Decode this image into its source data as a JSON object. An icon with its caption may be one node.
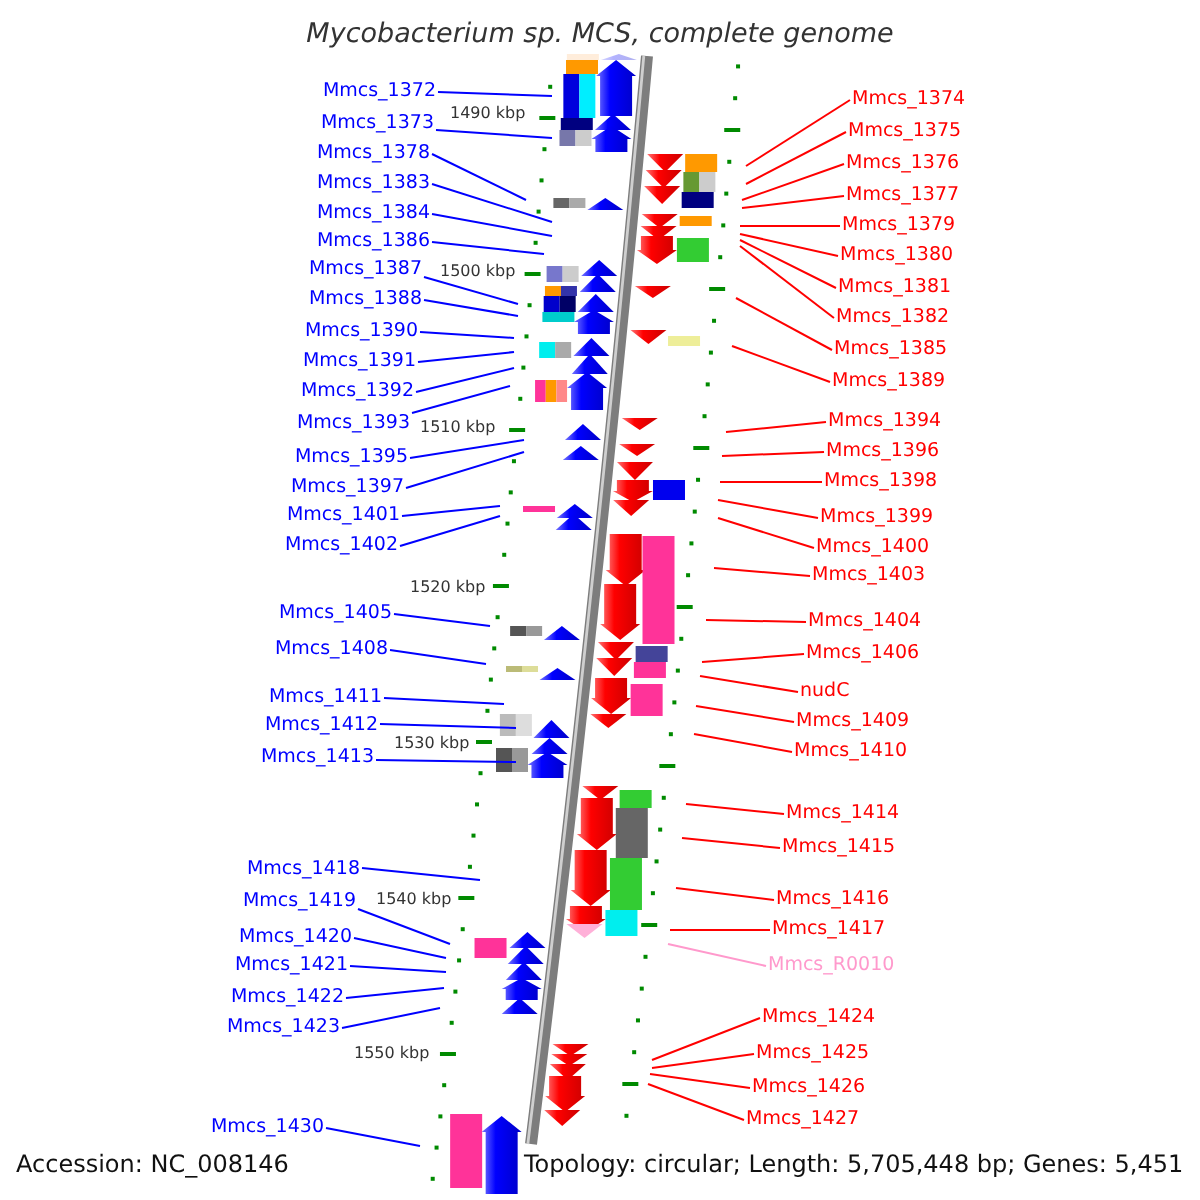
{
  "diagram": {
    "title": "Mycobacterium sp. MCS, complete genome",
    "nodes": [
      {
        "text": [
          "Mmcs_1372"
        ]
      },
      {
        "text": [
          "Mmcs_1373"
        ]
      },
      {
        "text": [
          "Mmcs_1378"
        ]
      },
      {
        "text": [
          "Mmcs_1383"
        ]
      },
      {
        "text": [
          "Mmcs_1384"
        ]
      },
      {
        "text": [
          "Mmcs_1386"
        ]
      },
      {
        "text": [
          "Mmcs_1387"
        ]
      },
      {
        "text": [
          "Mmcs_1388"
        ]
      },
      {
        "text": [
          "Mmcs_1390"
        ]
      },
      {
        "text": [
          "Mmcs_1391"
        ]
      },
      {
        "text": [
          "Mmcs_1392"
        ]
      },
      {
        "text": [
          "Mmcs_1393"
        ]
      },
      {
        "text": [
          "Mmcs_1395"
        ]
      },
      {
        "text": [
          "Mmcs_1397"
        ]
      },
      {
        "text": [
          "Mmcs_1401"
        ]
      },
      {
        "text": [
          "Mmcs_1402"
        ]
      },
      {
        "text": [
          "Mmcs_1405"
        ]
      },
      {
        "text": [
          "Mmcs_1408"
        ]
      },
      {
        "text": [
          "Mmcs_1411"
        ]
      },
      {
        "text": [
          "Mmcs_1412"
        ]
      },
      {
        "text": [
          "Mmcs_1413"
        ]
      },
      {
        "text": [
          "Mmcs_1418"
        ]
      },
      {
        "text": [
          "Mmcs_1419"
        ]
      },
      {
        "text": [
          "Mmcs_1420"
        ]
      },
      {
        "text": [
          "Mmcs_1421"
        ]
      },
      {
        "text": [
          "Mmcs_1422"
        ]
      },
      {
        "text": [
          "Mmcs_1423"
        ]
      },
      {
        "text": [
          "Mmcs_1430"
        ]
      },
      {
        "text": [
          "Mmcs_1374"
        ]
      },
      {
        "text": [
          "Mmcs_1375"
        ]
      },
      {
        "text": [
          "Mmcs_1376"
        ]
      },
      {
        "text": [
          "Mmcs_1377"
        ]
      },
      {
        "text": [
          "Mmcs_1379"
        ]
      },
      {
        "text": [
          "Mmcs_1380"
        ]
      },
      {
        "text": [
          "Mmcs_1381"
        ]
      },
      {
        "text": [
          "Mmcs_1382"
        ]
      },
      {
        "text": [
          "Mmcs_1385"
        ]
      },
      {
        "text": [
          "Mmcs_1389"
        ]
      },
      {
        "text": [
          "Mmcs_1394"
        ]
      },
      {
        "text": [
          "Mmcs_1396"
        ]
      },
      {
        "text": [
          "Mmcs_1398"
        ]
      },
      {
        "text": [
          "Mmcs_1399"
        ]
      },
      {
        "text": [
          "Mmcs_1400"
        ]
      },
      {
        "text": [
          "Mmcs_1403"
        ]
      },
      {
        "text": [
          "Mmcs_1404"
        ]
      },
      {
        "text": [
          "Mmcs_1406"
        ]
      },
      {
        "text": [
          "nudC"
        ]
      },
      {
        "text": [
          "Mmcs_1409"
        ]
      },
      {
        "text": [
          "Mmcs_1410"
        ]
      },
      {
        "text": [
          "Mmcs_1414"
        ]
      },
      {
        "text": [
          "Mmcs_1415"
        ]
      },
      {
        "text": [
          "Mmcs_1416"
        ]
      },
      {
        "text": [
          "Mmcs_1417"
        ]
      },
      {
        "text": [
          "Mmcs_R0010"
        ]
      },
      {
        "text": [
          "Mmcs_1424"
        ]
      },
      {
        "text": [
          "Mmcs_1425"
        ]
      },
      {
        "text": [
          "Mmcs_1426"
        ]
      },
      {
        "text": [
          "Mmcs_1427"
        ]
      }
    ],
    "edges": [
      {
        "from": 0,
        "to": null,
        "arrow": "none",
        "color": "#0000ff"
      },
      {
        "from": 1,
        "to": null,
        "arrow": "none",
        "color": "#0000ff"
      },
      {
        "from": 2,
        "to": null,
        "arrow": "none",
        "color": "#0000ff"
      },
      {
        "from": 3,
        "to": null,
        "arrow": "none",
        "color": "#0000ff"
      },
      {
        "from": 4,
        "to": null,
        "arrow": "none",
        "color": "#0000ff"
      },
      {
        "from": 5,
        "to": null,
        "arrow": "none",
        "color": "#0000ff"
      },
      {
        "from": 6,
        "to": null,
        "arrow": "none",
        "color": "#0000ff"
      },
      {
        "from": 7,
        "to": null,
        "arrow": "none",
        "color": "#0000ff"
      },
      {
        "from": 8,
        "to": null,
        "arrow": "none",
        "color": "#0000ff"
      },
      {
        "from": 9,
        "to": null,
        "arrow": "none",
        "color": "#0000ff"
      },
      {
        "from": 10,
        "to": null,
        "arrow": "none",
        "color": "#0000ff"
      },
      {
        "from": 11,
        "to": null,
        "arrow": "none",
        "color": "#0000ff"
      },
      {
        "from": 12,
        "to": null,
        "arrow": "none",
        "color": "#0000ff"
      },
      {
        "from": 13,
        "to": null,
        "arrow": "none",
        "color": "#0000ff"
      },
      {
        "from": 14,
        "to": null,
        "arrow": "none",
        "color": "#0000ff"
      },
      {
        "from": 15,
        "to": null,
        "arrow": "none",
        "color": "#0000ff"
      },
      {
        "from": 16,
        "to": null,
        "arrow": "none",
        "color": "#0000ff"
      },
      {
        "from": 17,
        "to": null,
        "arrow": "none",
        "color": "#0000ff"
      },
      {
        "from": 18,
        "to": null,
        "arrow": "none",
        "color": "#0000ff"
      },
      {
        "from": 19,
        "to": null,
        "arrow": "none",
        "color": "#0000ff"
      },
      {
        "from": 20,
        "to": null,
        "arrow": "none",
        "color": "#0000ff"
      },
      {
        "from": 21,
        "to": null,
        "arrow": "none",
        "color": "#0000ff"
      },
      {
        "from": 22,
        "to": null,
        "arrow": "none",
        "color": "#0000ff"
      },
      {
        "from": 23,
        "to": null,
        "arrow": "none",
        "color": "#0000ff"
      },
      {
        "from": 24,
        "to": null,
        "arrow": "none",
        "color": "#0000ff"
      },
      {
        "from": 25,
        "to": null,
        "arrow": "none",
        "color": "#0000ff"
      },
      {
        "from": 26,
        "to": null,
        "arrow": "none",
        "color": "#0000ff"
      },
      {
        "from": 27,
        "to": null,
        "arrow": "none",
        "color": "#0000ff"
      },
      {
        "from": 28,
        "to": null,
        "arrow": "none"
      },
      {
        "from": 29,
        "to": null,
        "arrow": "none"
      },
      {
        "from": 30,
        "to": null,
        "arrow": "none"
      },
      {
        "from": 31,
        "to": null,
        "arrow": "none"
      },
      {
        "from": 32,
        "to": null,
        "arrow": "none"
      },
      {
        "from": 33,
        "to": null,
        "arrow": "none"
      },
      {
        "from": 34,
        "to": null,
        "arrow": "none"
      },
      {
        "from": 35,
        "to": null,
        "arrow": "none"
      },
      {
        "from": 36,
        "to": null,
        "arrow": "none"
      },
      {
        "from": 37,
        "to": null,
        "arrow": "none"
      },
      {
        "from": 38,
        "to": null,
        "arrow": "none"
      },
      {
        "from": 39,
        "to": null,
        "arrow": "none"
      },
      {
        "from": 40,
        "to": null,
        "arrow": "none"
      },
      {
        "from": 41,
        "to": null,
        "arrow": "none"
      },
      {
        "from": 42,
        "to": null,
        "arrow": "none"
      },
      {
        "from": 43,
        "to": null,
        "arrow": "none"
      },
      {
        "from": 44,
        "to": null,
        "arrow": "none"
      },
      {
        "from": 45,
        "to": null,
        "arrow": "none"
      },
      {
        "from": 46,
        "to": null,
        "arrow": "none"
      },
      {
        "from": 47,
        "to": null,
        "arrow": "none"
      },
      {
        "from": 48,
        "to": null,
        "arrow": "none"
      },
      {
        "from": 49,
        "to": null,
        "arrow": "none"
      },
      {
        "from": 50,
        "to": null,
        "arrow": "none"
      },
      {
        "from": 51,
        "to": null,
        "arrow": "none"
      },
      {
        "from": 52,
        "to": null,
        "arrow": "none"
      },
      {
        "from": 53,
        "to": null,
        "arrow": "none",
        "color": "#ff99cc"
      },
      {
        "from": 54,
        "to": null,
        "arrow": "none"
      },
      {
        "from": 55,
        "to": null,
        "arrow": "none"
      },
      {
        "from": 56,
        "to": null,
        "arrow": "none"
      },
      {
        "from": 57,
        "to": null,
        "arrow": "none"
      }
    ],
    "labels": [
      "1490 kbp",
      "1500 kbp",
      "1510 kbp",
      "1520 kbp",
      "1530 kbp",
      "1540 kbp",
      "1550 kbp",
      "Accession: NC_008146",
      "Topology: circular; Length: 5,705,448 bp; Genes: 5,451"
    ]
  }
}
